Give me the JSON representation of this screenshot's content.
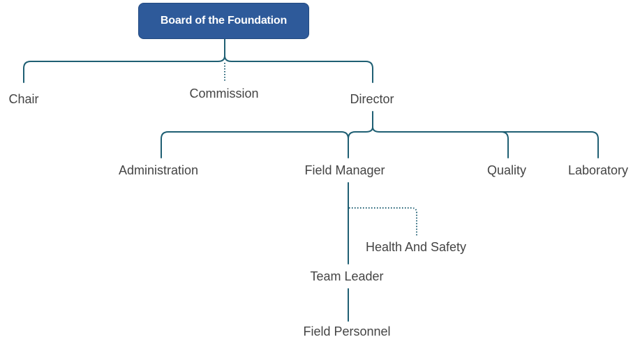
{
  "root": {
    "label": "Board of the Foundation"
  },
  "nodes": {
    "chair": "Chair",
    "commission": "Commission",
    "director": "Director",
    "administration": "Administration",
    "field_manager": "Field Manager",
    "quality": "Quality",
    "laboratory": "Laboratory",
    "health_and_safety": "Health And Safety",
    "team_leader": "Team Leader",
    "field_personnel": "Field Personnel"
  },
  "colors": {
    "root_fill": "#2e5a9a",
    "connector": "#1f5f73",
    "text": "#444444"
  }
}
